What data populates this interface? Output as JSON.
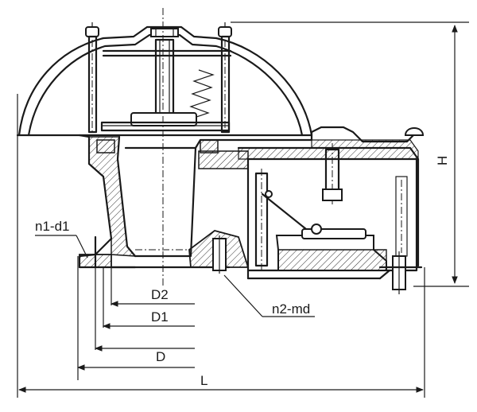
{
  "labels": {
    "H": "H",
    "n1d1": "n1-d1",
    "n2md": "n2-md",
    "D2": "D2",
    "D1": "D1",
    "D": "D",
    "L": "L"
  }
}
